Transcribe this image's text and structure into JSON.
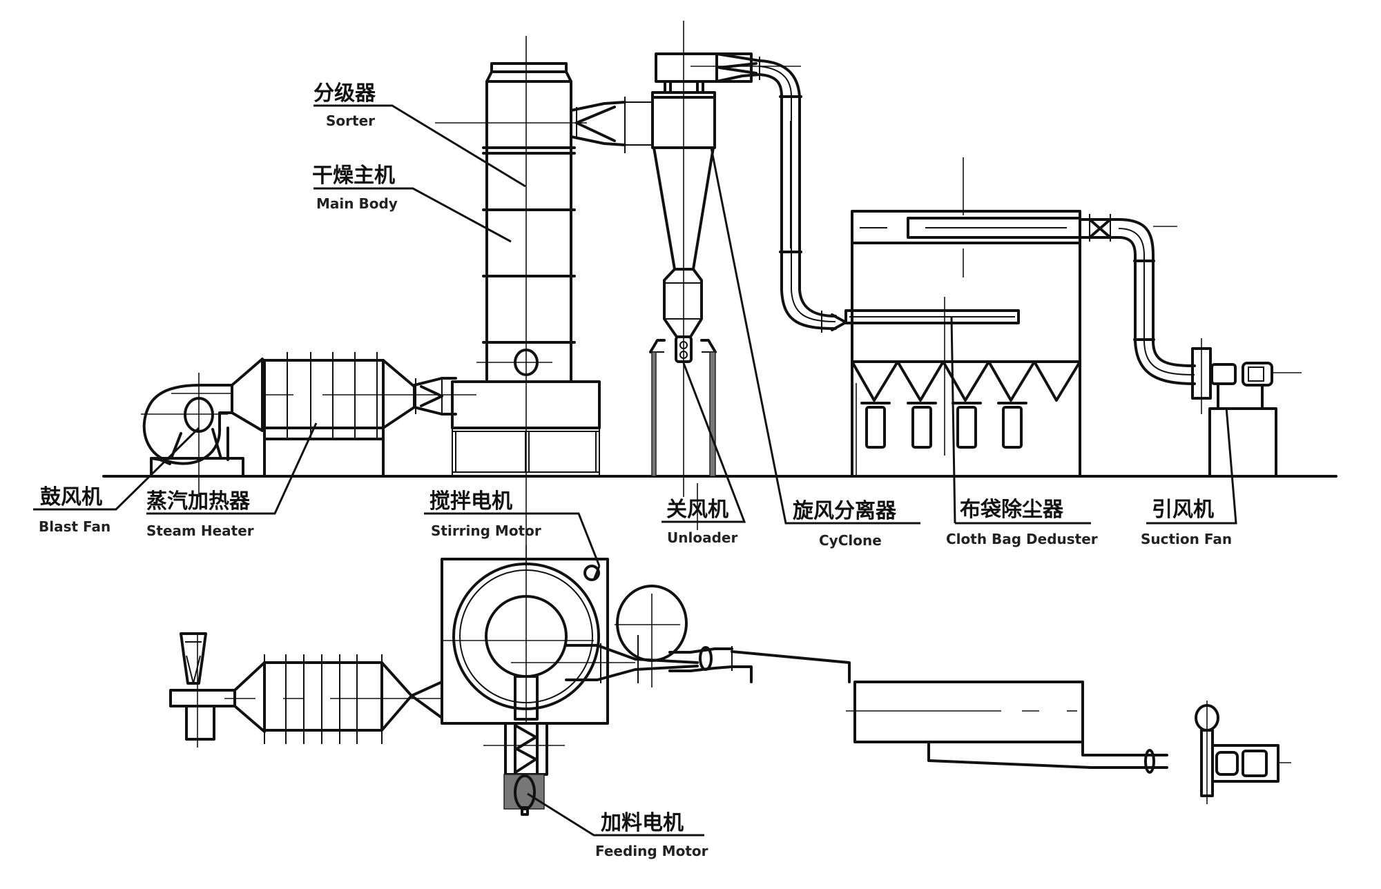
{
  "title": "Flash Dryer Process Flow Diagram",
  "labels": {
    "sorter": {
      "cn": "分级器",
      "en": "Sorter"
    },
    "main_body": {
      "cn": "干燥主机",
      "en": "Main Body"
    },
    "blast_fan": {
      "cn": "鼓风机",
      "en": "Blast Fan"
    },
    "steam_heater": {
      "cn": "蒸汽加热器",
      "en": "Steam Heater"
    },
    "stirring_motor": {
      "cn": "搅拌电机",
      "en": "Stirring Motor"
    },
    "unloader": {
      "cn": "关风机",
      "en": "Unloader"
    },
    "cyclone": {
      "cn": "旋风分离器",
      "en": "CyClone"
    },
    "deduster": {
      "cn": "布袋除尘器",
      "en": "Cloth Bag Deduster"
    },
    "suction_fan": {
      "cn": "引风机",
      "en": "Suction Fan"
    },
    "feeding_motor": {
      "cn": "加料电机",
      "en": "Feeding Motor"
    }
  },
  "views": [
    "elevation",
    "plan"
  ]
}
